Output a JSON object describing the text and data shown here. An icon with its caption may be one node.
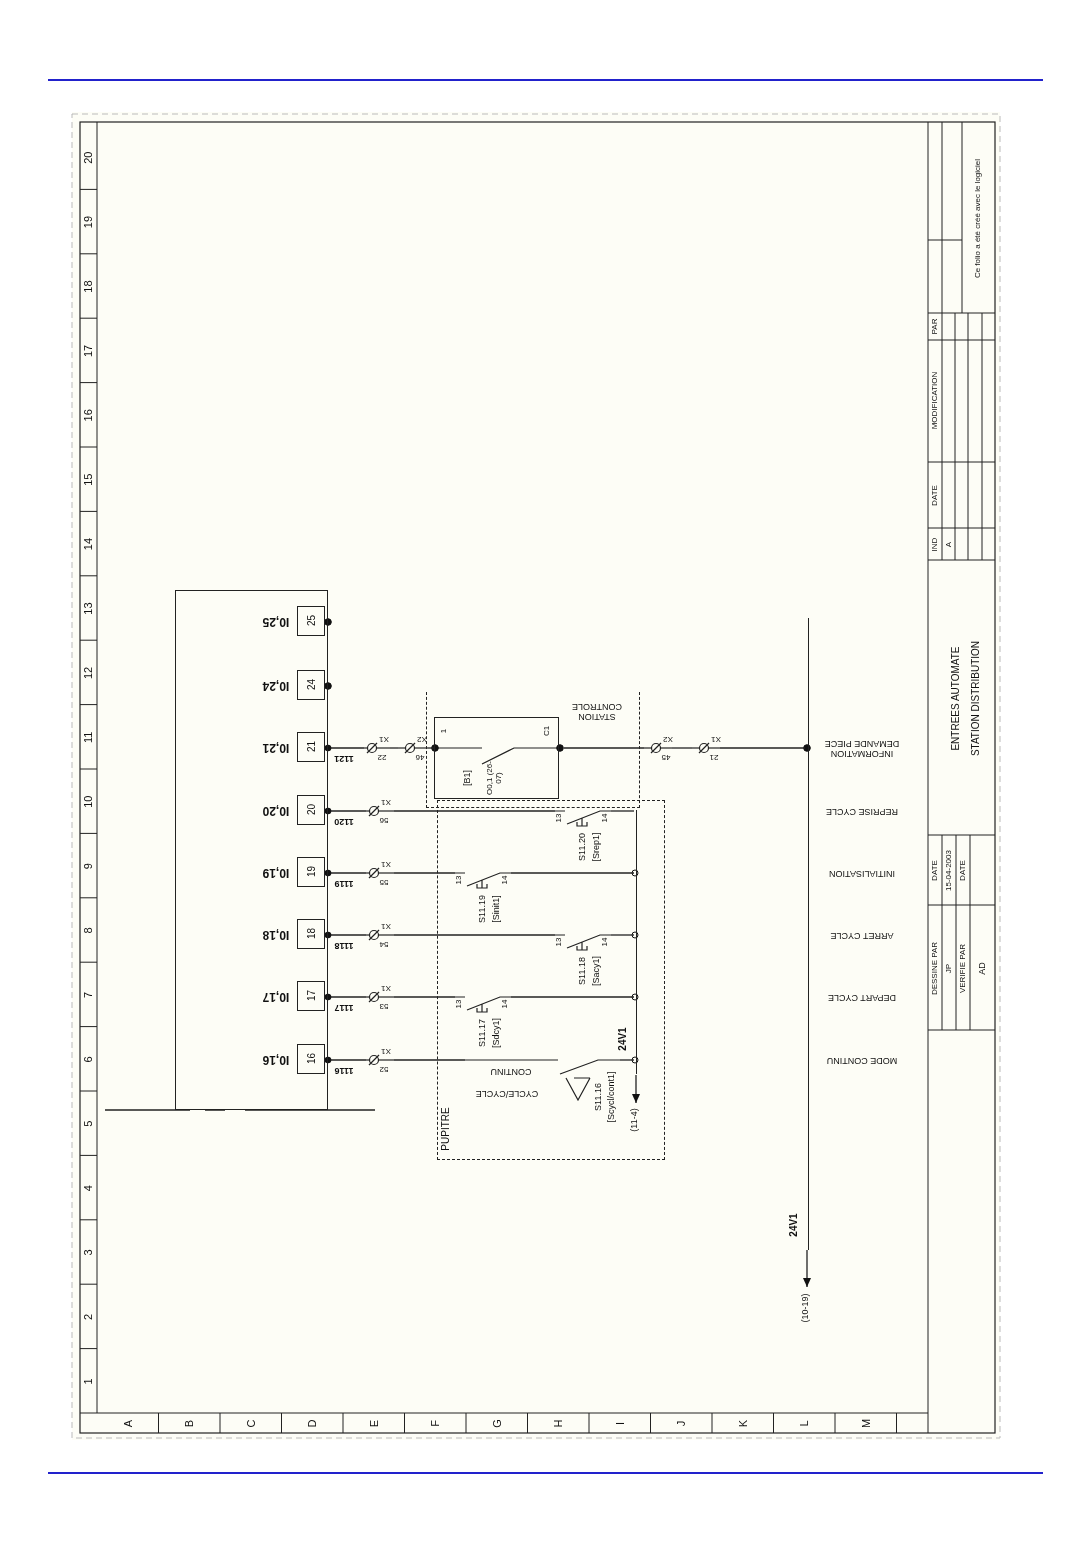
{
  "diagram": {
    "nodes": [
      {
        "text": [],
        "shape": "box"
      },
      {
        "text": [
          "16"
        ],
        "in": 0,
        "beside": [
          "I0,16"
        ]
      },
      {
        "text": [
          "17"
        ],
        "in": 0,
        "beside": [
          "I0,17"
        ]
      },
      {
        "text": [
          "18"
        ],
        "in": 0,
        "beside": [
          "I0,18"
        ]
      },
      {
        "text": [
          "19"
        ],
        "in": 0,
        "beside": [
          "I0,19"
        ]
      },
      {
        "text": [
          "20"
        ],
        "in": 0,
        "beside": [
          "I0,20"
        ]
      },
      {
        "text": [
          "21"
        ],
        "in": 0,
        "beside": [
          "I0,21"
        ]
      },
      {
        "text": [
          "24"
        ],
        "in": 0,
        "beside": [
          "I0,24"
        ]
      },
      {
        "text": [
          "25"
        ],
        "in": 0,
        "beside": [
          "I0,25"
        ]
      },
      {
        "text": [
          "PUPITRE"
        ]
      },
      {
        "text": [
          "STATION CONTROLE"
        ]
      },
      {
        "text": [
          "1",
          "C1",
          "[B1]",
          "O0,1 (26-07)"
        ],
        "in": 10
      },
      {
        "text": [
          "X1",
          "52"
        ]
      },
      {
        "text": [
          "X1",
          "53"
        ]
      },
      {
        "text": [
          "X1",
          "54"
        ]
      },
      {
        "text": [
          "X1",
          "55"
        ]
      },
      {
        "text": [
          "X1",
          "56"
        ]
      },
      {
        "text": [
          "X1",
          "22"
        ]
      },
      {
        "text": [
          "X2",
          "46"
        ]
      },
      {
        "text": [
          "X2",
          "45"
        ]
      },
      {
        "text": [
          "X1",
          "21"
        ]
      },
      {
        "text": [
          "CONTINU",
          "CYCLE/CYCLE",
          "S11.16",
          "[Scycl/cont1]"
        ],
        "in": 9
      },
      {
        "text": [
          "13",
          "14",
          "S11.17",
          "[Sdcy1]"
        ],
        "in": 9
      },
      {
        "text": [
          "13",
          "14",
          "S11.18",
          "[Sacy1]"
        ],
        "in": 9
      },
      {
        "text": [
          "13",
          "14",
          "S11.19",
          "[Sinit1]"
        ],
        "in": 9
      },
      {
        "text": [
          "13",
          "14",
          "S11.20",
          "[Srep1]"
        ],
        "in": 9
      },
      {
        "text": [],
        "shape": "bar",
        "beside": [
          "24V1"
        ],
        "in": 9
      },
      {
        "text": [
          "(11-4)"
        ],
        "in": 9
      },
      {
        "text": [],
        "shape": "bar",
        "beside": [
          "24V1"
        ]
      },
      {
        "text": [
          "(10-19)"
        ]
      }
    ],
    "edges": [
      {
        "from": 1,
        "to": 12,
        "arrow": "other",
        "label": "1116"
      },
      {
        "from": 12,
        "to": 21,
        "arrow": "none"
      },
      {
        "from": 21,
        "to": 26,
        "arrow": "none"
      },
      {
        "from": 2,
        "to": 13,
        "arrow": "other",
        "label": "1117"
      },
      {
        "from": 13,
        "to": 22,
        "arrow": "none"
      },
      {
        "from": 22,
        "to": 26,
        "arrow": "none"
      },
      {
        "from": 3,
        "to": 14,
        "arrow": "other",
        "label": "1118"
      },
      {
        "from": 14,
        "to": 23,
        "arrow": "none"
      },
      {
        "from": 23,
        "to": 26,
        "arrow": "none"
      },
      {
        "from": 4,
        "to": 15,
        "arrow": "other",
        "label": "1119"
      },
      {
        "from": 15,
        "to": 24,
        "arrow": "none"
      },
      {
        "from": 24,
        "to": 26,
        "arrow": "none"
      },
      {
        "from": 5,
        "to": 16,
        "arrow": "other",
        "label": "1120"
      },
      {
        "from": 16,
        "to": 25,
        "arrow": "none"
      },
      {
        "from": 25,
        "to": 26,
        "arrow": "none"
      },
      {
        "from": 6,
        "to": 17,
        "arrow": "other",
        "label": "1121"
      },
      {
        "from": 17,
        "to": 18,
        "arrow": "none"
      },
      {
        "from": 18,
        "to": 11,
        "arrow": "none"
      },
      {
        "from": 11,
        "to": 19,
        "arrow": "none"
      },
      {
        "from": 19,
        "to": 20,
        "arrow": "none"
      },
      {
        "from": 20,
        "to": 28,
        "arrow": "none"
      },
      {
        "from": 26,
        "to": 27,
        "arrow": "to"
      },
      {
        "from": 28,
        "to": 29,
        "arrow": "to"
      }
    ],
    "labels": [
      "1",
      "2",
      "3",
      "4",
      "5",
      "6",
      "7",
      "8",
      "9",
      "10",
      "11",
      "12",
      "13",
      "14",
      "15",
      "16",
      "17",
      "18",
      "19",
      "20",
      "A",
      "B",
      "C",
      "D",
      "E",
      "F",
      "G",
      "H",
      "I",
      "J",
      "K",
      "L",
      "M",
      "INFORMATION DEMANDE PIECE",
      "REPRISE CYCLE",
      "INITIALISATION",
      "ARRET CYCLE",
      "DEPART CYCLE",
      "MODE CONTINU",
      "ENTREES AUTOMATE",
      "STATION DISTRIBUTION",
      "IND",
      "DATE",
      "MODIFICATION",
      "PAR",
      "A",
      "Ce folio a été créé avec le logiciel",
      "DESSINE PAR",
      "DATE",
      "JP",
      "15-04-2003",
      "VERIFIE PAR",
      "DATE",
      "AD"
    ]
  }
}
